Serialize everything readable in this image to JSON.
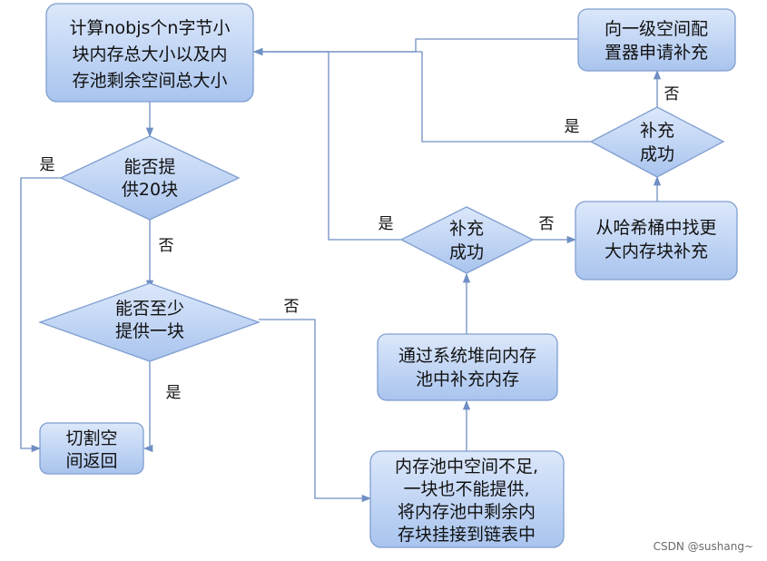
{
  "nodes": {
    "calc": [
      "计算nobjs个n字节小",
      "块内存总大小以及内",
      "存池剩余空间总大小"
    ],
    "can_provide_20": [
      "能否提",
      "供20块"
    ],
    "can_provide_one": [
      "能否至少",
      "提供一块"
    ],
    "split_return": [
      "切割空",
      "间返回"
    ],
    "insufficient": [
      "内存池中空间不足,",
      "一块也不能提供,",
      "将内存池中剩余内",
      "存块挂接到链表中"
    ],
    "heap_refill": [
      "通过系统堆向内存",
      "池中补充内存"
    ],
    "refill_ok_1": [
      "补充",
      "成功"
    ],
    "hash_bucket": [
      "从哈希桶中找更",
      "大内存块补充"
    ],
    "refill_ok_2": [
      "补充",
      "成功"
    ],
    "level1_alloc": [
      "向一级空间配",
      "置器申请补充"
    ]
  },
  "labels": {
    "yes": "是",
    "no": "否"
  },
  "watermark": "CSDN @sushang~",
  "colors": {
    "fill_top": "#dce8fb",
    "fill_bottom": "#a9c4ee",
    "stroke": "#7f9fd0",
    "edge": "#6f8fc4"
  }
}
